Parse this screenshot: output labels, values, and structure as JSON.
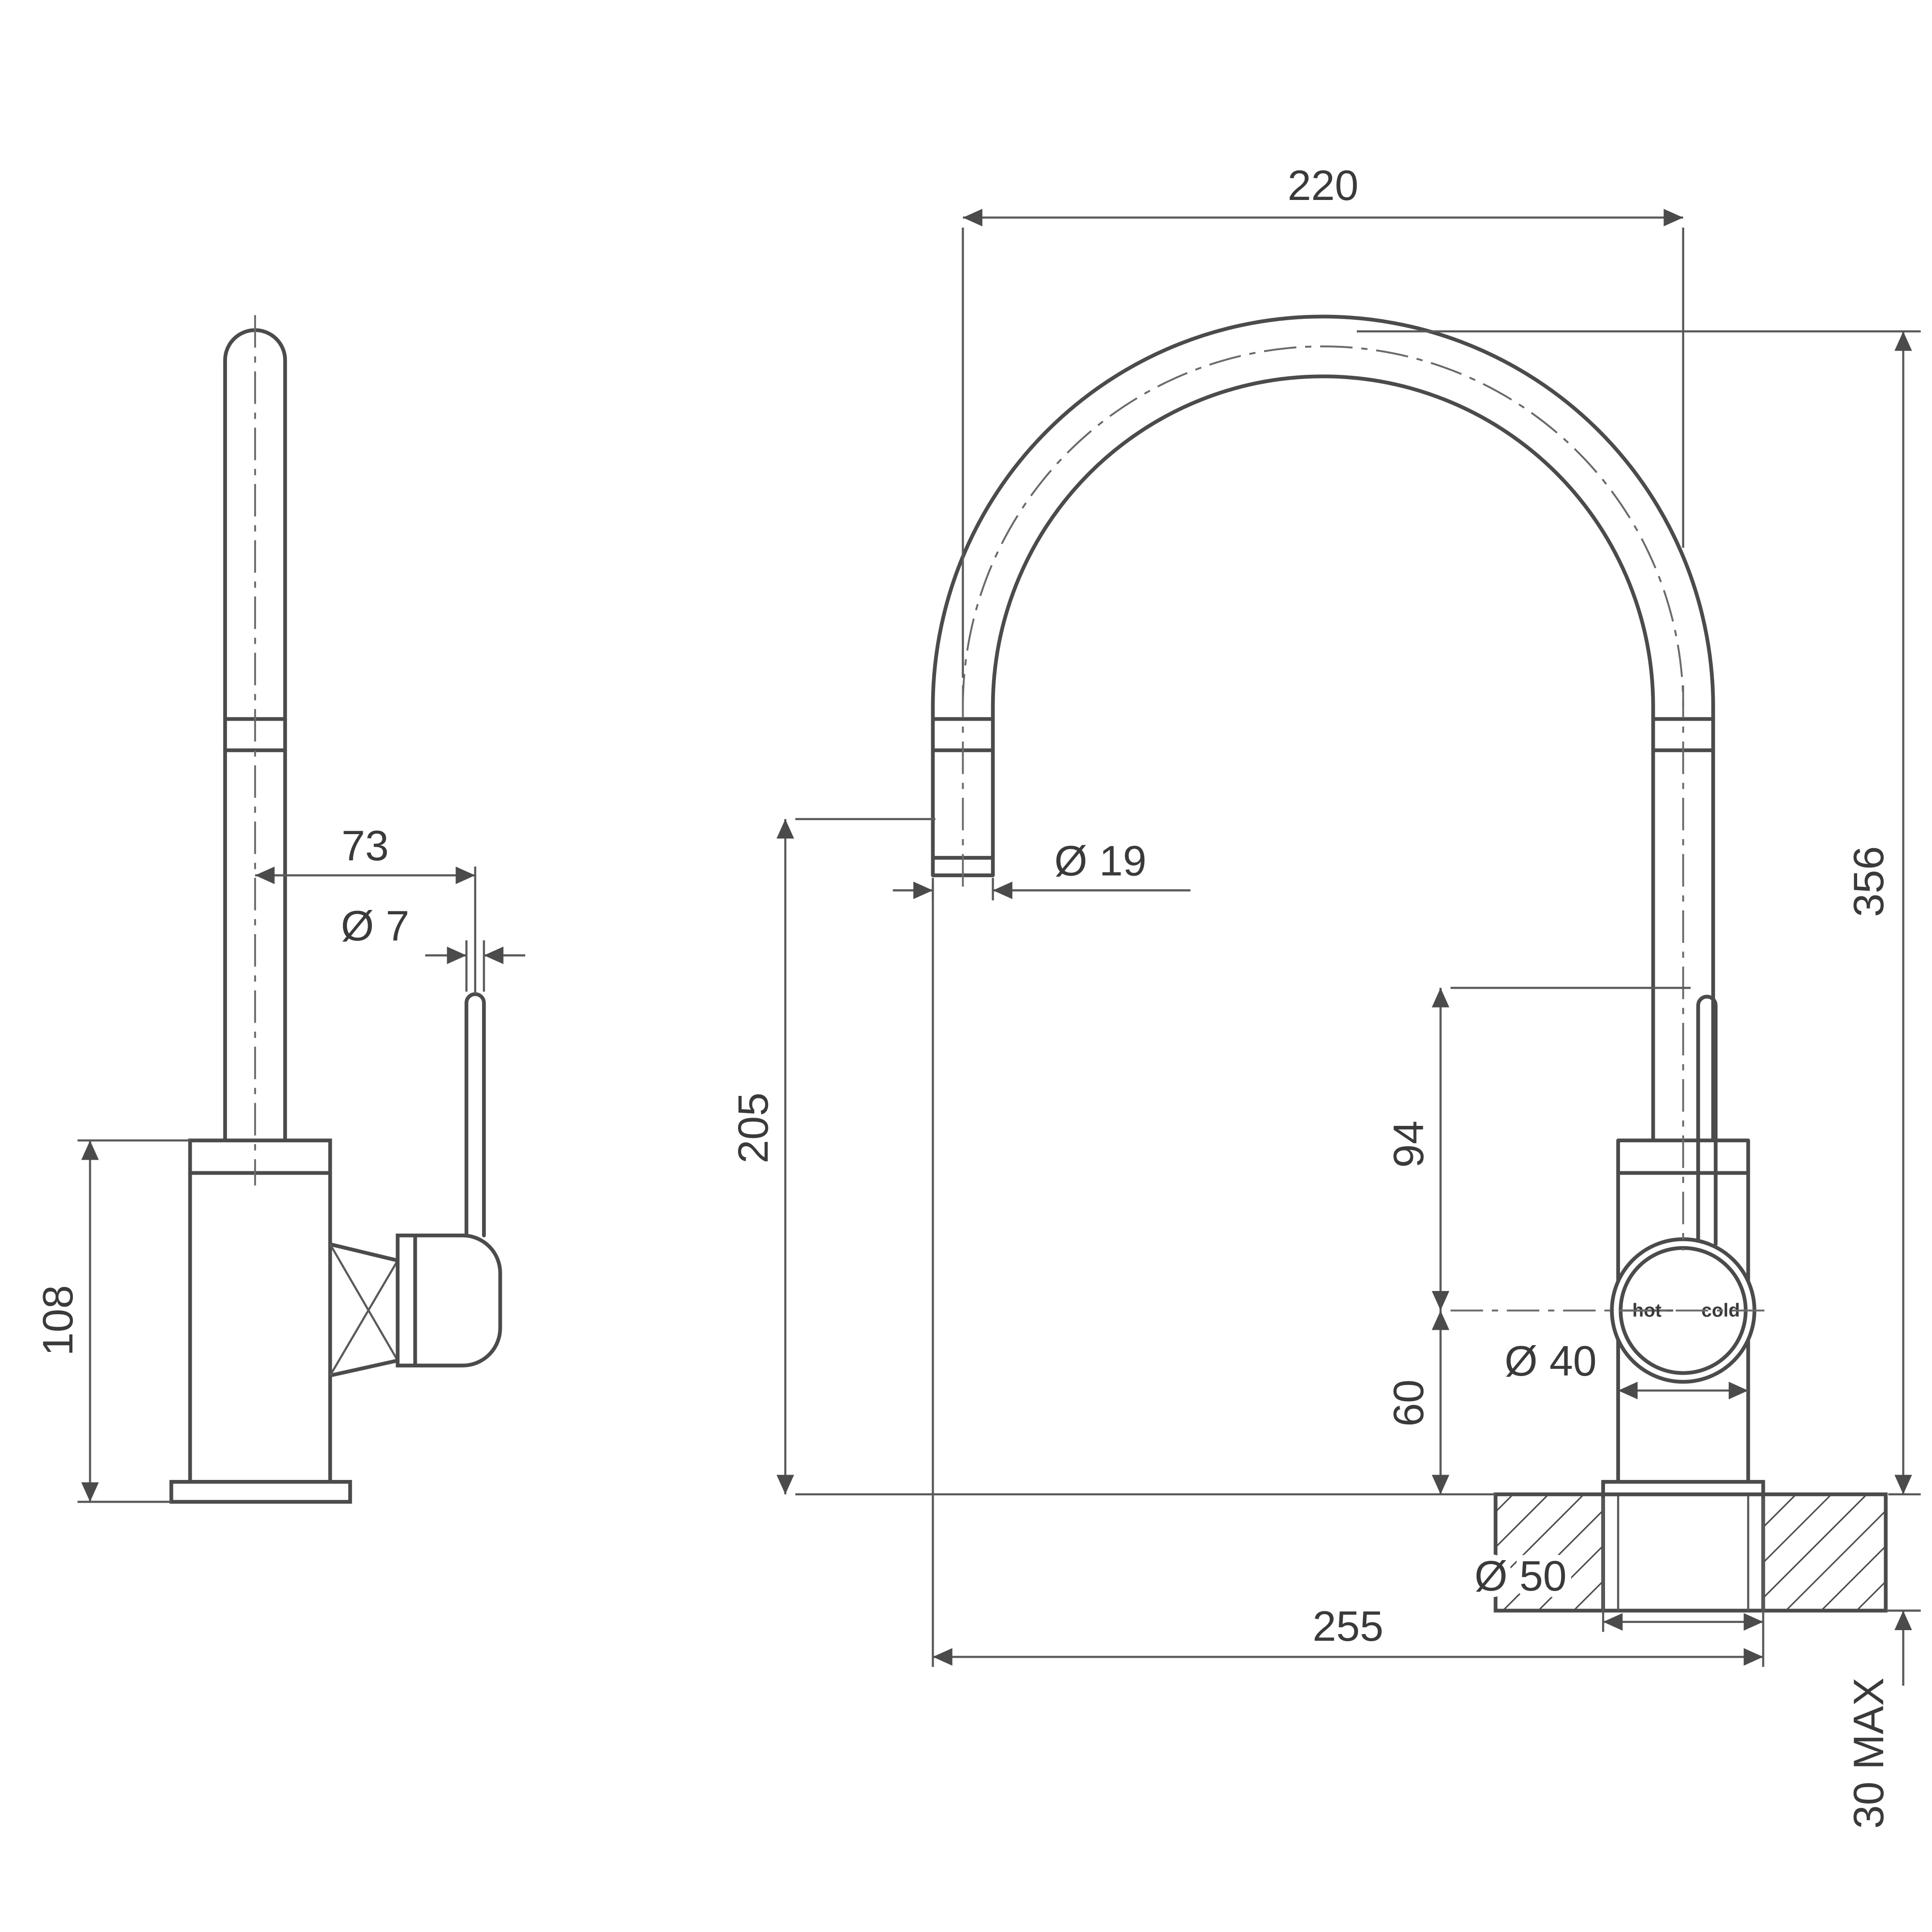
{
  "page": {
    "background": "#ffffff",
    "line_color": "#4b4b4b"
  },
  "side_view": {
    "dims": {
      "handle_offset": "73",
      "lever_diameter": "Ø 7",
      "body_height": "108"
    }
  },
  "front_view": {
    "dims": {
      "spout_reach": "220",
      "spout_diameter": "Ø 19",
      "outlet_clearance": "205",
      "overall_height": "356",
      "lever_above_center": "94",
      "center_above_bench": "60",
      "body_diameter": "Ø 40",
      "hole_diameter": "Ø 50",
      "overall_depth": "255",
      "bench_thickness_max": "30 MAX"
    },
    "handle_markings": {
      "hot": "hot",
      "cold": "cold"
    }
  }
}
